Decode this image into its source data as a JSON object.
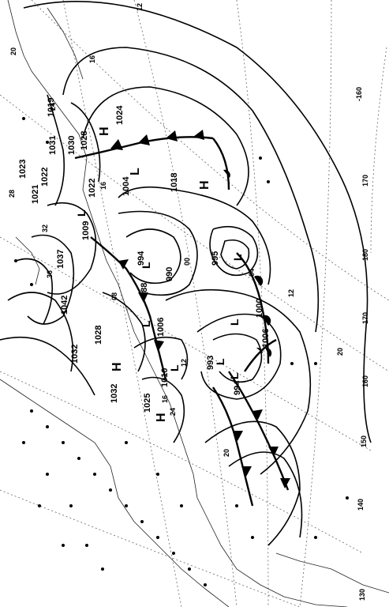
{
  "chart": {
    "lon_labels": [
      "-160",
      "170",
      "180",
      "170",
      "160",
      "150",
      "140",
      "130"
    ],
    "lat_labels": [
      "20"
    ],
    "isobar_labels": [
      "12",
      "16",
      "20",
      "24",
      "28",
      "32",
      "36",
      "00",
      "04",
      "08",
      "12",
      "16",
      "20",
      "24",
      "12",
      "16"
    ],
    "pressure_centers": [
      {
        "type": "H",
        "value": "1024"
      },
      {
        "type": "H",
        "value": "1018"
      },
      {
        "type": "H",
        "value": "1025"
      },
      {
        "type": "H",
        "value": "1032"
      },
      {
        "type": "H",
        "value": "1031"
      },
      {
        "type": "H",
        "value": "1022"
      },
      {
        "type": "H",
        "value": "1028"
      },
      {
        "type": "H",
        "value": "1042"
      },
      {
        "type": "H",
        "value": "1037"
      },
      {
        "type": "H",
        "value": "1032"
      },
      {
        "type": "H",
        "value": "1028"
      },
      {
        "type": "H",
        "value": "1023"
      },
      {
        "type": "H",
        "value": "1030"
      },
      {
        "type": "H",
        "value": "1019"
      },
      {
        "type": "H",
        "value": "1021"
      },
      {
        "type": "L",
        "value": "1004"
      },
      {
        "type": "L",
        "value": "1009"
      },
      {
        "type": "L",
        "value": "1022"
      },
      {
        "type": "L",
        "value": "994"
      },
      {
        "type": "L",
        "value": "988"
      },
      {
        "type": "L",
        "value": "990"
      },
      {
        "type": "L",
        "value": "995"
      },
      {
        "type": "L",
        "value": "1006"
      },
      {
        "type": "L",
        "value": "1000"
      },
      {
        "type": "L",
        "value": "1006"
      },
      {
        "type": "L",
        "value": "993"
      },
      {
        "type": "L",
        "value": "994"
      },
      {
        "type": "L",
        "value": "1010"
      }
    ]
  }
}
